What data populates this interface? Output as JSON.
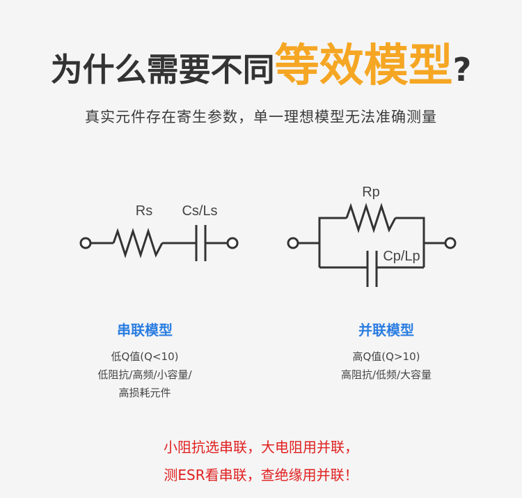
{
  "title": {
    "prefix": "为什么需要不同",
    "accent": "等效模型",
    "suffix": "?"
  },
  "subtitle": "真实元件存在寄生参数，单一理想模型无法准确测量",
  "diagram": {
    "series_labels": {
      "resistor": "Rs",
      "capacitor": "Cs/Ls"
    },
    "parallel_labels": {
      "resistor": "Rp",
      "capacitor": "Cp/Lp"
    }
  },
  "series_model": {
    "title": "串联模型",
    "lines": [
      "低Q值(Q<10)",
      "低阻抗/高频/小容量/",
      "高损耗元件"
    ]
  },
  "parallel_model": {
    "title": "并联模型",
    "lines": [
      "高Q值(Q>10)",
      "高阻抗/低频/大容量"
    ]
  },
  "conclusion": [
    "小阻抗选串联，大电阻用并联，",
    "测ESR看串联，查绝缘用并联！"
  ],
  "colors": {
    "accent": "#f5a623",
    "model_title": "#2b7de1",
    "conclusion": "#e02020"
  }
}
